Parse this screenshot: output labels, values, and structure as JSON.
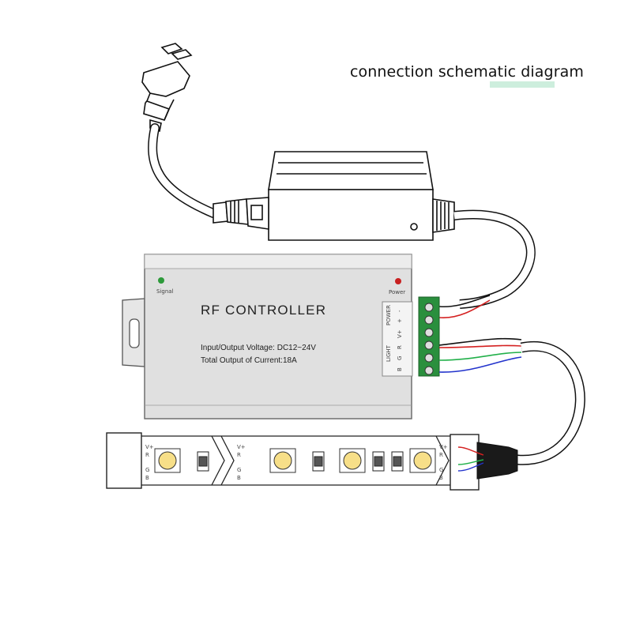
{
  "diagram": {
    "title": "connection schematic diagram",
    "controller": {
      "name": "RF CONTROLLER",
      "voltage_line": "Input/Output Voltage:  DC12~24V",
      "current_line": "Total Output of Current:18A",
      "signal_label": "Signal",
      "power_label": "Power",
      "terminal_power_label": "POWER",
      "terminal_light_label": "LIGHT",
      "terminal_pins": [
        "-",
        "+",
        "V+",
        "R",
        "G",
        "B"
      ]
    },
    "strip": {
      "pin_labels": [
        "V+",
        "R",
        "G",
        "B"
      ],
      "connector_labels": [
        "V+",
        "R",
        "G",
        "B"
      ]
    },
    "wire_colors": {
      "black": "#111111",
      "red": "#d42020",
      "green": "#22b04a",
      "blue": "#2233cc"
    },
    "icons": [
      "power-plug-icon",
      "power-adapter-icon",
      "rf-controller-icon",
      "led-strip-icon"
    ]
  }
}
